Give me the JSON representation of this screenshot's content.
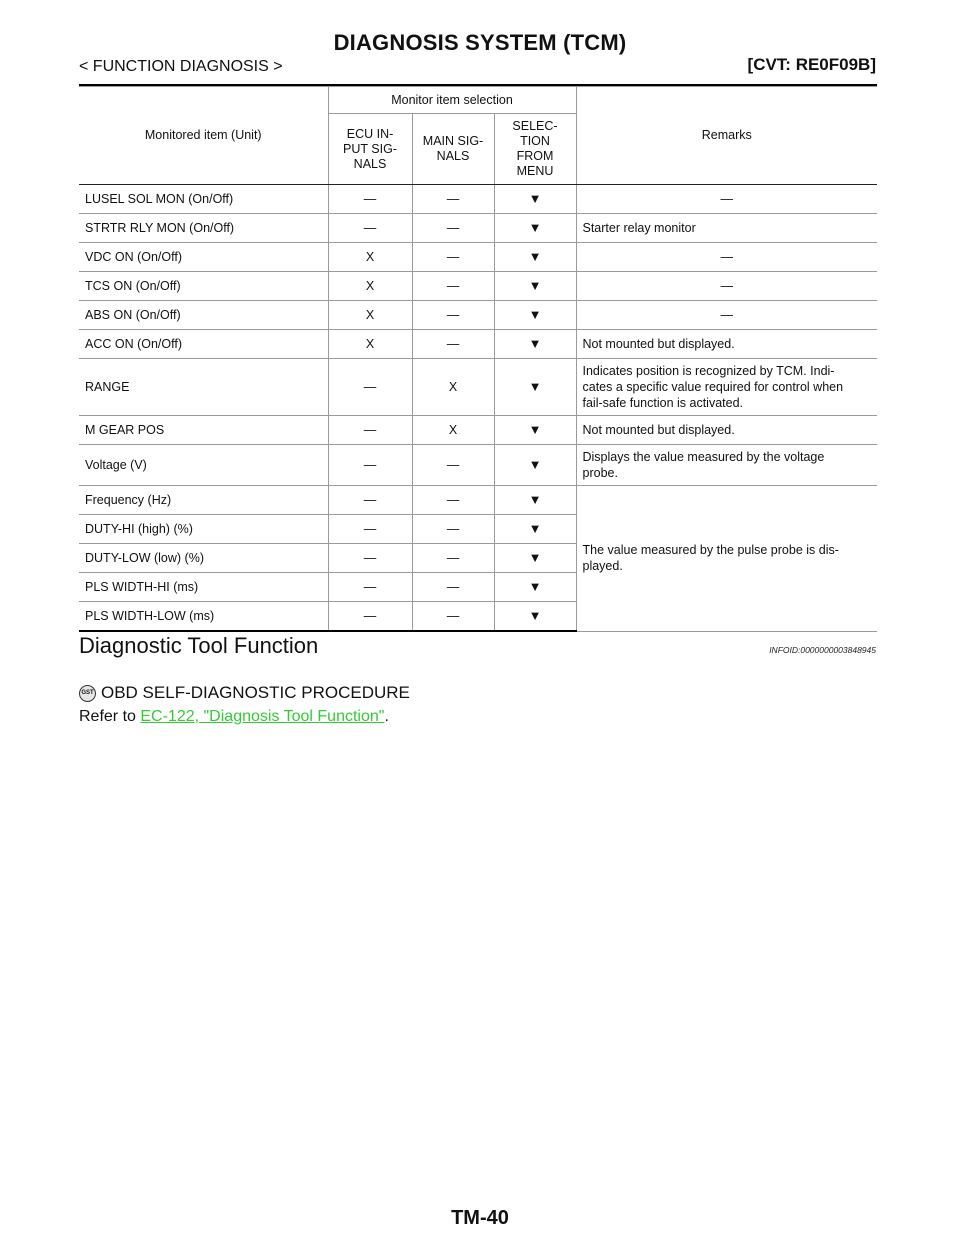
{
  "header": {
    "title": "DIAGNOSIS SYSTEM (TCM)",
    "section": "< FUNCTION DIAGNOSIS >",
    "model": "[CVT: RE0F09B]"
  },
  "table": {
    "headers": {
      "monitored_item": "Monitored item (Unit)",
      "selection_group": "Monitor item selection",
      "ecu_input": "ECU IN-\nPUT SIG-\nNALS",
      "main_signals": "MAIN SIG-\nNALS",
      "selection_menu": "SELEC-\nTION\nFROM\nMENU",
      "remarks": "Remarks"
    },
    "rows": [
      {
        "item": "LUSEL SOL MON (On/Off)",
        "ecu": "—",
        "main": "—",
        "menu": "▼",
        "remarks": "—"
      },
      {
        "item": "STRTR RLY MON (On/Off)",
        "ecu": "—",
        "main": "—",
        "menu": "▼",
        "remarks": "Starter relay monitor"
      },
      {
        "item": "VDC ON (On/Off)",
        "ecu": "X",
        "main": "—",
        "menu": "▼",
        "remarks": "—"
      },
      {
        "item": "TCS ON (On/Off)",
        "ecu": "X",
        "main": "—",
        "menu": "▼",
        "remarks": "—"
      },
      {
        "item": "ABS ON (On/Off)",
        "ecu": "X",
        "main": "—",
        "menu": "▼",
        "remarks": "—"
      },
      {
        "item": "ACC ON (On/Off)",
        "ecu": "X",
        "main": "—",
        "menu": "▼",
        "remarks": "Not mounted but displayed."
      },
      {
        "item": "RANGE",
        "ecu": "—",
        "main": "X",
        "menu": "▼",
        "remarks": "Indicates position is recognized by TCM. Indi-\ncates a specific value required for control when\nfail-safe function is activated."
      },
      {
        "item": "M GEAR POS",
        "ecu": "—",
        "main": "X",
        "menu": "▼",
        "remarks": "Not mounted but displayed."
      },
      {
        "item": "Voltage (V)",
        "ecu": "—",
        "main": "—",
        "menu": "▼",
        "remarks": "Displays the value measured by the voltage\nprobe."
      },
      {
        "item": "Frequency (Hz)",
        "ecu": "—",
        "main": "—",
        "menu": "▼"
      },
      {
        "item": "DUTY-HI (high) (%)",
        "ecu": "—",
        "main": "—",
        "menu": "▼"
      },
      {
        "item": "DUTY-LOW (low) (%)",
        "ecu": "—",
        "main": "—",
        "menu": "▼"
      },
      {
        "item": "PLS WIDTH-HI (ms)",
        "ecu": "—",
        "main": "—",
        "menu": "▼"
      },
      {
        "item": "PLS WIDTH-LOW (ms)",
        "ecu": "—",
        "main": "—",
        "menu": "▼"
      }
    ],
    "pulse_remark": "The value measured by the pulse probe is dis-\nplayed."
  },
  "section": {
    "heading": "Diagnostic Tool Function",
    "infoid": "INFOID:0000000003848945",
    "subheading": "OBD SELF-DIAGNOSTIC PROCEDURE",
    "gst_icon_label": "GST",
    "refer_prefix": "Refer to ",
    "refer_link": "EC-122, \"Diagnosis Tool Function\"",
    "refer_suffix": "."
  },
  "footer": {
    "page_number": "TM-40"
  }
}
